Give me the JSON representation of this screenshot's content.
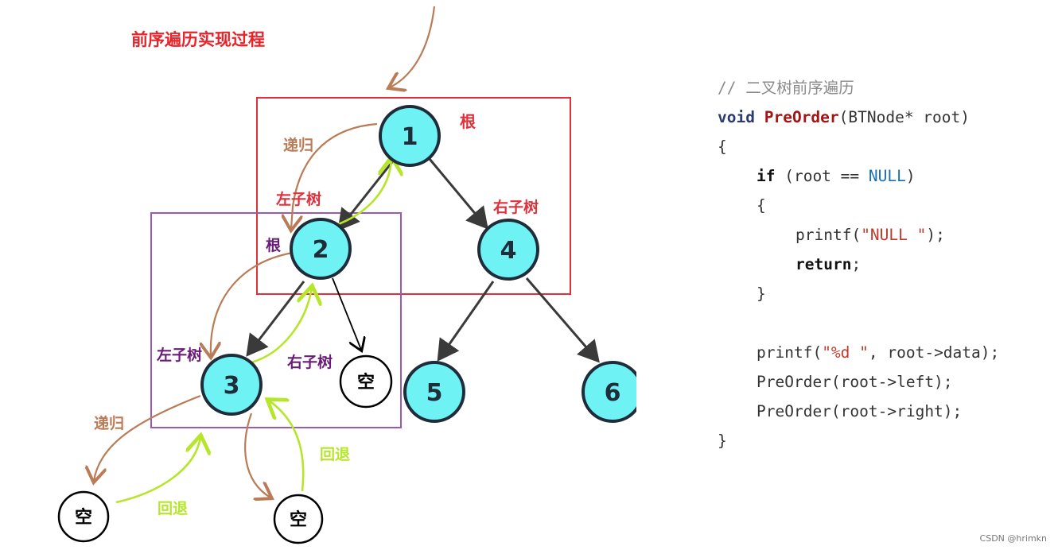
{
  "title": "前序遍历实现过程",
  "colors": {
    "title": "#e8242b",
    "node_fill": "#6ef2f4",
    "recursion": "#b97c56",
    "backtrack": "#b5e629",
    "box_red": "#e0313b",
    "box_purple": "#9b59b6",
    "label_purple": "#6a1b7a"
  },
  "nodes": [
    {
      "id": "1",
      "label": "1"
    },
    {
      "id": "2",
      "label": "2"
    },
    {
      "id": "4",
      "label": "4"
    },
    {
      "id": "3",
      "label": "3"
    },
    {
      "id": "5",
      "label": "5"
    },
    {
      "id": "6",
      "label": "6"
    }
  ],
  "empty_nodes": [
    {
      "id": "e2r",
      "label": "空"
    },
    {
      "id": "e3l",
      "label": "空"
    },
    {
      "id": "e3r",
      "label": "空"
    }
  ],
  "annotations": {
    "root_1": "根",
    "left_subtree_1": "左子树",
    "right_subtree_1": "右子树",
    "root_2": "根",
    "left_subtree_2": "左子树",
    "right_subtree_2": "右子树",
    "recursion_1": "递归",
    "recursion_2": "递归",
    "backtrack_1": "回退",
    "backtrack_2": "回退"
  },
  "code": {
    "comment": "// 二叉树前序遍历",
    "sig_type": "void",
    "sig_name": "PreOrder",
    "sig_params": "(BTNode* root)",
    "open_brace": "{",
    "if_kw": "if",
    "if_cond_a": " (root == ",
    "if_null": "NULL",
    "if_cond_b": ")",
    "inner_open": "{",
    "printf_a": "printf(",
    "printf_str": "\"NULL \"",
    "printf_b": ");",
    "return_kw": "return",
    "return_end": ";",
    "inner_close": "}",
    "printf2_a": "printf(",
    "printf2_str": "\"%d \"",
    "printf2_b": ", root->data);",
    "call_left": "PreOrder(root->left);",
    "call_right": "PreOrder(root->right);",
    "close_brace": "}"
  },
  "watermark": "CSDN @hrimkn"
}
